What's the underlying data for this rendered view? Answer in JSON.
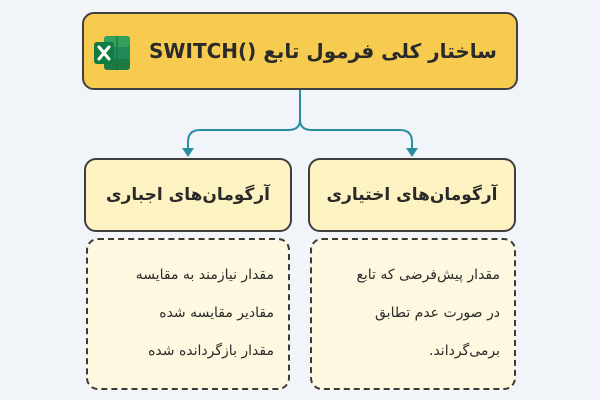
{
  "title": "ساختار کلی فرمول تابع ()SWITCH",
  "icon": "excel-logo-icon",
  "colors": {
    "title_fill": "#f6cb4f",
    "header_fill": "#fdf2c2",
    "body_fill": "#fef8e0",
    "connector": "#2a8ea3",
    "excel_green": "#1d7a45"
  },
  "left_branch": {
    "heading": "آرگومان‌های اجباری",
    "lines": [
      "مقدار نیازمند به مقایسه",
      "مقادیر مقایسه شده",
      "مقدار بازگردانده شده"
    ]
  },
  "right_branch": {
    "heading": "آرگومان‌های اختیاری",
    "lines": [
      "مقدار پیش‌فرضی که تابع",
      "در صورت عدم تطابق",
      "برمی‌گرداند."
    ]
  }
}
